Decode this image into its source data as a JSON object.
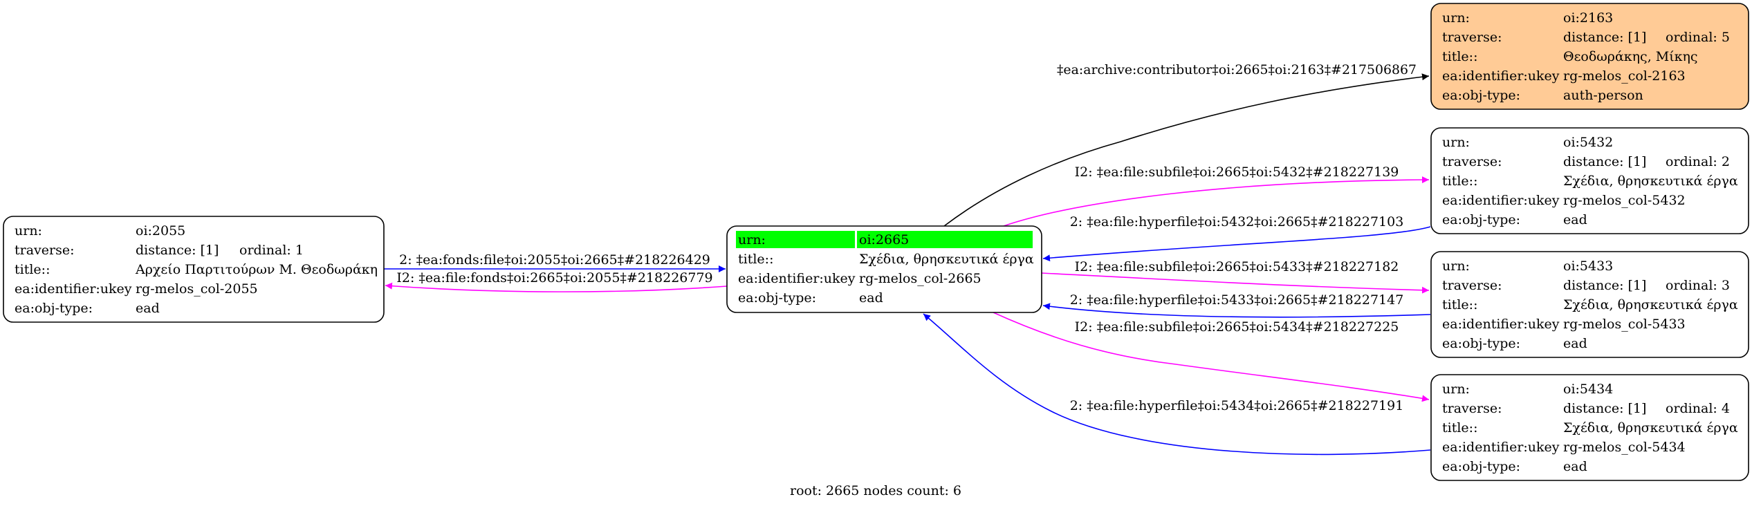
{
  "graph": {
    "footer": "root: 2665 nodes count: 6",
    "colors": {
      "root_highlight": "#00ff00",
      "person_fill": "#ffcb96",
      "node_fill": "#ffffff",
      "edge_forward": "#0000ff",
      "edge_inverse": "#ff00ff",
      "edge_other": "#000000"
    },
    "nodes": [
      {
        "id": "n2055",
        "kind": "ead",
        "rows": [
          {
            "key": "urn:",
            "value": "oi:2055"
          },
          {
            "key": "traverse:",
            "value": "distance: [1]",
            "extra": "ordinal: 1"
          },
          {
            "key": "title::",
            "value": "Αρχείο Παρτιτούρων Μ. Θεοδωράκη"
          },
          {
            "key": "ea:identifier:ukey",
            "value": "rg-melos_col-2055"
          },
          {
            "key": "ea:obj-type:",
            "value": "ead"
          }
        ]
      },
      {
        "id": "n2665",
        "kind": "root",
        "rows": [
          {
            "key": "urn:",
            "value": "oi:2665",
            "highlight": true
          },
          {
            "key": "title::",
            "value": "Σχέδια, θρησκευτικά έργα"
          },
          {
            "key": "ea:identifier:ukey",
            "value": "rg-melos_col-2665"
          },
          {
            "key": "ea:obj-type:",
            "value": "ead"
          }
        ]
      },
      {
        "id": "n2163",
        "kind": "person",
        "rows": [
          {
            "key": "urn:",
            "value": "oi:2163"
          },
          {
            "key": "traverse:",
            "value": "distance: [1]",
            "extra": "ordinal: 5"
          },
          {
            "key": "title::",
            "value": "Θεοδωράκης, Μίκης"
          },
          {
            "key": "ea:identifier:ukey",
            "value": "rg-melos_col-2163"
          },
          {
            "key": "ea:obj-type:",
            "value": "auth-person"
          }
        ]
      },
      {
        "id": "n5432",
        "kind": "ead",
        "rows": [
          {
            "key": "urn:",
            "value": "oi:5432"
          },
          {
            "key": "traverse:",
            "value": "distance: [1]",
            "extra": "ordinal: 2"
          },
          {
            "key": "title::",
            "value": "Σχέδια, θρησκευτικά έργα"
          },
          {
            "key": "ea:identifier:ukey",
            "value": "rg-melos_col-5432"
          },
          {
            "key": "ea:obj-type:",
            "value": "ead"
          }
        ]
      },
      {
        "id": "n5433",
        "kind": "ead",
        "rows": [
          {
            "key": "urn:",
            "value": "oi:5433"
          },
          {
            "key": "traverse:",
            "value": "distance: [1]",
            "extra": "ordinal: 3"
          },
          {
            "key": "title::",
            "value": "Σχέδια, θρησκευτικά έργα"
          },
          {
            "key": "ea:identifier:ukey",
            "value": "rg-melos_col-5433"
          },
          {
            "key": "ea:obj-type:",
            "value": "ead"
          }
        ]
      },
      {
        "id": "n5434",
        "kind": "ead",
        "rows": [
          {
            "key": "urn:",
            "value": "oi:5434"
          },
          {
            "key": "traverse:",
            "value": "distance: [1]",
            "extra": "ordinal: 4"
          },
          {
            "key": "title::",
            "value": "Σχέδια, θρησκευτικά έργα"
          },
          {
            "key": "ea:identifier:ukey",
            "value": "rg-melos_col-5434"
          },
          {
            "key": "ea:obj-type:",
            "value": "ead"
          }
        ]
      }
    ],
    "edges": [
      {
        "id": "e1",
        "from": "oi:2055",
        "to": "oi:2665",
        "kind": "forward",
        "label": "2: ‡ea:fonds:file‡oi:2055‡oi:2665‡#218226429"
      },
      {
        "id": "e2",
        "from": "oi:2665",
        "to": "oi:2055",
        "kind": "inverse",
        "label": "I2: ‡ea:file:fonds‡oi:2665‡oi:2055‡#218226779"
      },
      {
        "id": "e3",
        "from": "oi:2665",
        "to": "oi:2163",
        "kind": "other",
        "label": "‡ea:archive:contributor‡oi:2665‡oi:2163‡#217506867"
      },
      {
        "id": "e4",
        "from": "oi:2665",
        "to": "oi:5432",
        "kind": "inverse",
        "label": "I2: ‡ea:file:subfile‡oi:2665‡oi:5432‡#218227139"
      },
      {
        "id": "e5",
        "from": "oi:5432",
        "to": "oi:2665",
        "kind": "forward",
        "label": "2: ‡ea:file:hyperfile‡oi:5432‡oi:2665‡#218227103"
      },
      {
        "id": "e6",
        "from": "oi:2665",
        "to": "oi:5433",
        "kind": "inverse",
        "label": "I2: ‡ea:file:subfile‡oi:2665‡oi:5433‡#218227182"
      },
      {
        "id": "e7",
        "from": "oi:5433",
        "to": "oi:2665",
        "kind": "forward",
        "label": "2: ‡ea:file:hyperfile‡oi:5433‡oi:2665‡#218227147"
      },
      {
        "id": "e8",
        "from": "oi:2665",
        "to": "oi:5434",
        "kind": "inverse",
        "label": "I2: ‡ea:file:subfile‡oi:2665‡oi:5434‡#218227225"
      },
      {
        "id": "e9",
        "from": "oi:5434",
        "to": "oi:2665",
        "kind": "forward",
        "label": "2: ‡ea:file:hyperfile‡oi:5434‡oi:2665‡#218227191"
      }
    ]
  }
}
